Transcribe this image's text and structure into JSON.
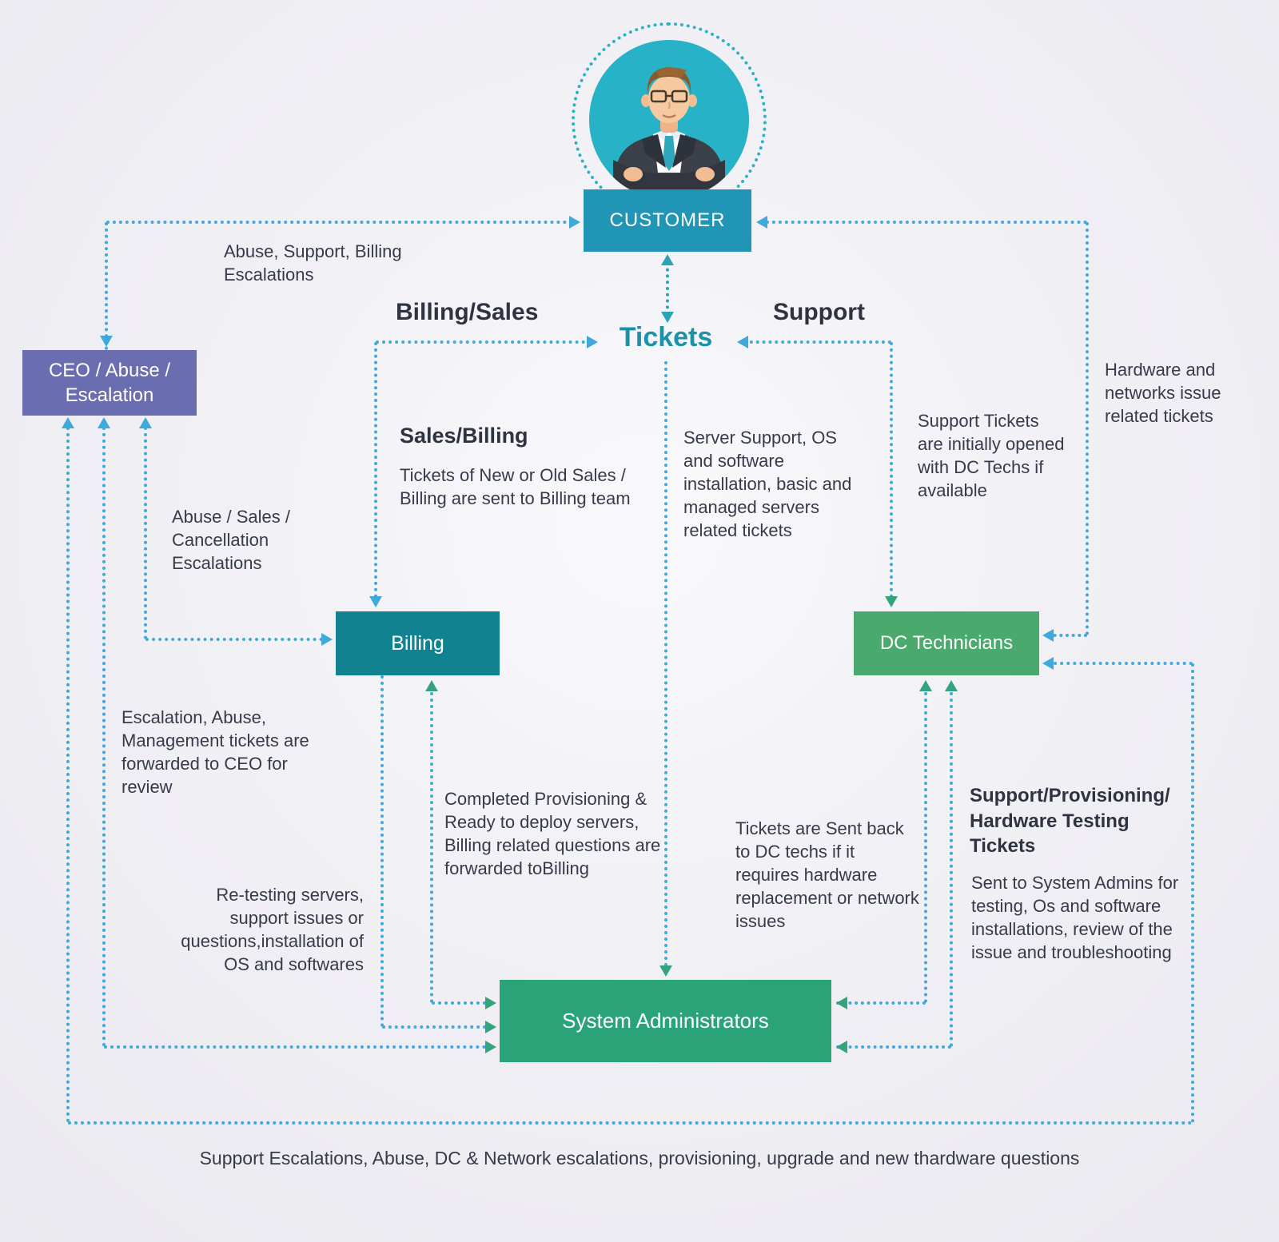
{
  "diagram": {
    "nodes": {
      "customer": "CUSTOMER",
      "ceo": "CEO / Abuse / Escalation",
      "billing": "Billing",
      "dc_technicians": "DC Technicians",
      "system_administrators": "System Administrators",
      "tickets": "Tickets"
    },
    "flow_labels": {
      "billing_sales": "Billing/Sales",
      "support": "Support"
    },
    "annotations": {
      "abuse_support_billing": "Abuse, Support, Billing Escalations",
      "hardware_network": "Hardware and networks issue related tickets",
      "sales_billing_heading": "Sales/Billing",
      "sales_billing_body": "Tickets of New or Old Sales / Billing are sent to Billing team",
      "server_support": "Server Support, OS and software installation, basic and managed servers related tickets",
      "support_tickets_dc": "Support Tickets are initially opened with DC Techs if available",
      "abuse_sales_cancellation": "Abuse / Sales / Cancellation Escalations",
      "escalation_to_ceo": "Escalation, Abuse, Management tickets are forwarded to CEO for review",
      "completed_provisioning": "Completed Provisioning & Ready to deploy servers, Billing related questions are forwarded toBilling",
      "retesting": "Re-testing servers, support issues or questions,installation of OS and softwares",
      "tickets_sent_back": "Tickets are Sent back to DC techs if it requires hardware replacement or network issues",
      "support_provisioning_heading": "Support/Provisioning/ Hardware Testing Tickets",
      "support_provisioning_body": "Sent to System Admins for testing, Os and software installations, review of the issue and troubleshooting",
      "bottom_note": "Support Escalations, Abuse, DC & Network escalations, provisioning, upgrade and new thardware questions"
    },
    "colors": {
      "background": "#efeef3",
      "customer_box": "#2095b5",
      "ceo_box": "#6a6db0",
      "billing_box": "#11828f",
      "dc_box": "#4aa96d",
      "sysadmin_box": "#2aa379",
      "tickets_text": "#1b92a8",
      "arrow_blue": "#3fa9dc",
      "arrow_green": "#35a37b",
      "avatar_teal": "#28b2c7",
      "text": "#363b49"
    }
  }
}
